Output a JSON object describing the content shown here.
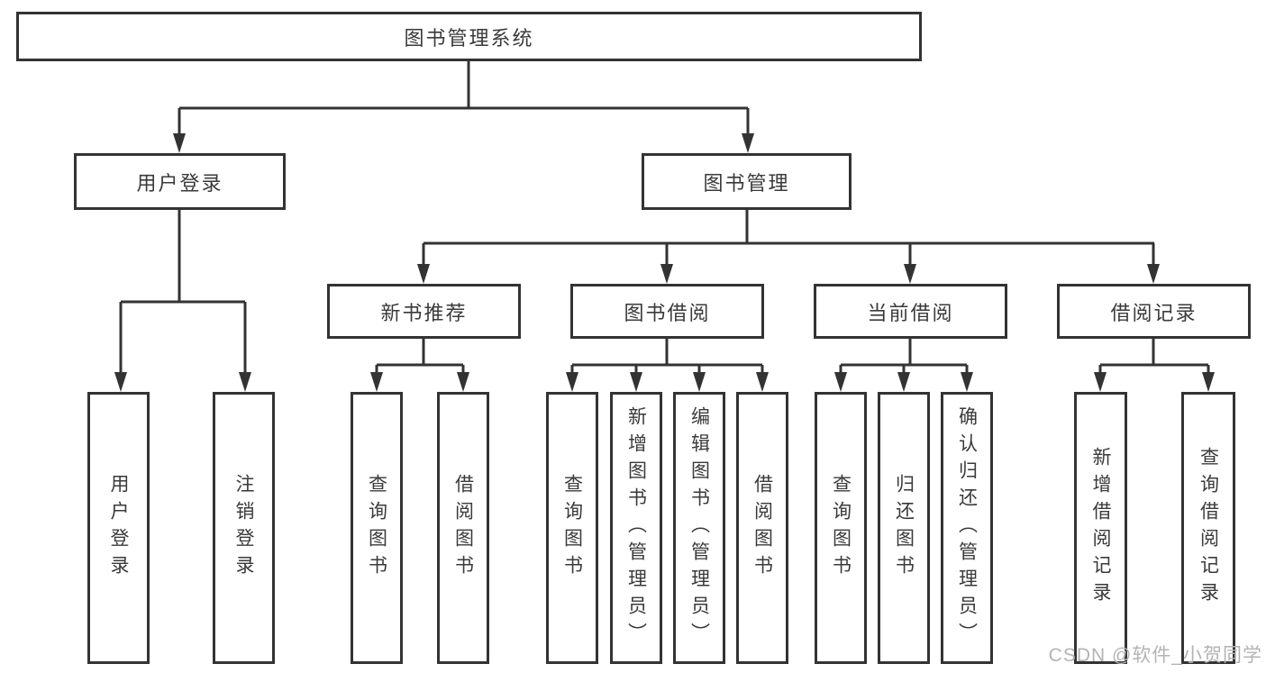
{
  "root": {
    "label": "图书管理系统"
  },
  "branches": [
    {
      "label": "用户登录",
      "children": [
        {
          "label": "用户登录"
        },
        {
          "label": "注销登录"
        }
      ]
    },
    {
      "label": "图书管理",
      "children": [
        {
          "label": "新书推荐",
          "children": [
            {
              "label": "查询图书"
            },
            {
              "label": "借阅图书"
            }
          ]
        },
        {
          "label": "图书借阅",
          "children": [
            {
              "label": "查询图书"
            },
            {
              "label": "新增图书（管理员）"
            },
            {
              "label": "编辑图书（管理员）"
            },
            {
              "label": "借阅图书"
            }
          ]
        },
        {
          "label": "当前借阅",
          "children": [
            {
              "label": "查询图书"
            },
            {
              "label": "归还图书"
            },
            {
              "label": "确认归还（管理员）"
            }
          ]
        },
        {
          "label": "借阅记录",
          "children": [
            {
              "label": "新增借阅记录"
            },
            {
              "label": "查询借阅记录"
            }
          ]
        }
      ]
    }
  ],
  "watermark": {
    "text": "CSDN @软件_小贺同学"
  },
  "colors": {
    "line": "#333333",
    "box_border": "#333333",
    "box_fill": "#ffffff",
    "text": "#3a3a3a",
    "watermark": "#b3b3b3",
    "background": "#ffffff"
  }
}
